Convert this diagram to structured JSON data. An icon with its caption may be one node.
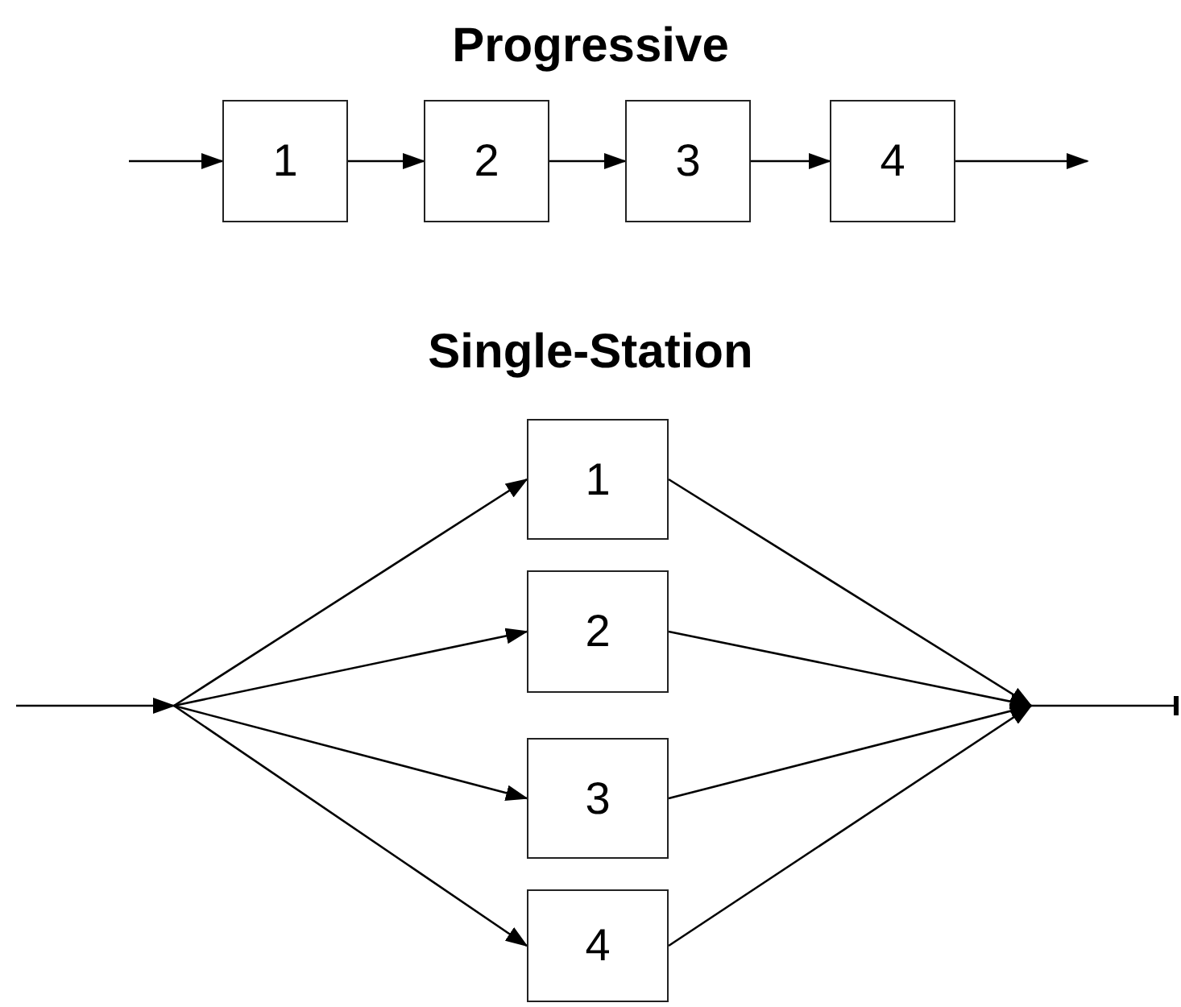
{
  "diagram": {
    "nodes": [
      {
        "text": [
          "1"
        ]
      },
      {
        "text": [
          "2"
        ]
      },
      {
        "text": [
          "3"
        ]
      },
      {
        "text": [
          "4"
        ]
      },
      {
        "text": [
          "1"
        ]
      },
      {
        "text": [
          "2"
        ]
      },
      {
        "text": [
          "3"
        ]
      },
      {
        "text": [
          "4"
        ]
      }
    ],
    "edges": [
      {
        "from": null,
        "to": 0,
        "arrow": "to"
      },
      {
        "from": 0,
        "to": 1,
        "arrow": "to"
      },
      {
        "from": 1,
        "to": 2,
        "arrow": "to"
      },
      {
        "from": 2,
        "to": 3,
        "arrow": "to"
      },
      {
        "from": 3,
        "to": null,
        "arrow": "to"
      },
      {
        "from": null,
        "to": 4,
        "arrow": "to"
      },
      {
        "from": null,
        "to": 5,
        "arrow": "to"
      },
      {
        "from": null,
        "to": 6,
        "arrow": "to"
      },
      {
        "from": null,
        "to": 7,
        "arrow": "to"
      },
      {
        "from": 4,
        "to": null,
        "arrow": "to"
      },
      {
        "from": 5,
        "to": null,
        "arrow": "to"
      },
      {
        "from": 6,
        "to": null,
        "arrow": "to"
      },
      {
        "from": 7,
        "to": null,
        "arrow": "to"
      }
    ],
    "labels": [
      "Progressive",
      "Single-Station"
    ]
  }
}
